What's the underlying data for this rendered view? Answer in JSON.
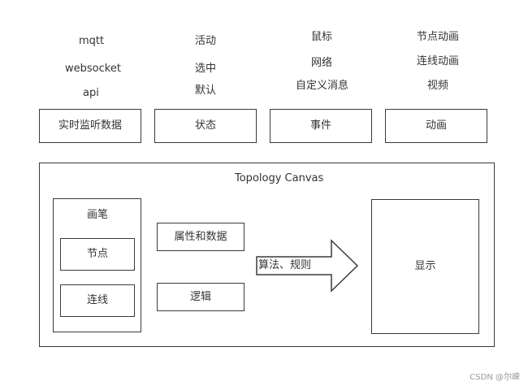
{
  "columns": [
    {
      "items": [
        "mqtt",
        "websocket",
        "api"
      ],
      "box_label": "实时监听数据"
    },
    {
      "items": [
        "活动",
        "选中",
        "默认"
      ],
      "box_label": "状态"
    },
    {
      "items": [
        "鼠标",
        "网络",
        "自定义消息"
      ],
      "box_label": "事件"
    },
    {
      "items": [
        "节点动画",
        "连线动画",
        "视频"
      ],
      "box_label": "动画"
    }
  ],
  "canvas": {
    "title": "Topology Canvas",
    "pen_panel": {
      "title": "画笔",
      "node": "节点",
      "line": "连线"
    },
    "props_box": "属性和数据",
    "logic_box": "逻辑",
    "arrow_label": "算法、规则",
    "display_box": "显示"
  },
  "watermark": "CSDN @尔嵘"
}
